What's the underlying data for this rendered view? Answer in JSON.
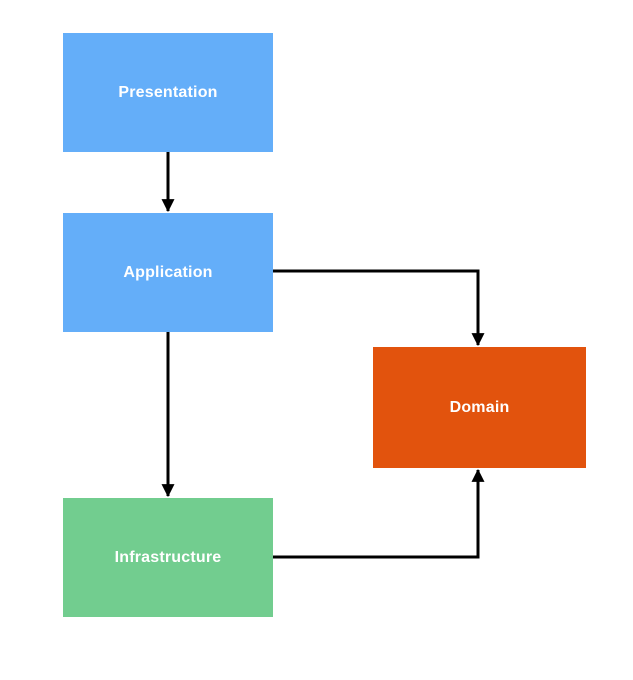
{
  "diagram": {
    "kind": "layered-architecture-flowchart",
    "background_color": "#ffffff",
    "connector_color": "#000000",
    "nodes": [
      {
        "id": "presentation",
        "label": "Presentation",
        "fill": "#64aef9",
        "text_color": "#ffffff"
      },
      {
        "id": "application",
        "label": "Application",
        "fill": "#64aef9",
        "text_color": "#ffffff"
      },
      {
        "id": "domain",
        "label": "Domain",
        "fill": "#e2530d",
        "text_color": "#ffffff"
      },
      {
        "id": "infrastructure",
        "label": "Infrastructure",
        "fill": "#72cd8f",
        "text_color": "#ffffff"
      }
    ],
    "edges": [
      {
        "from": "presentation",
        "to": "application",
        "style": "straight-down-arrow"
      },
      {
        "from": "application",
        "to": "domain",
        "style": "right-angle-arrow"
      },
      {
        "from": "application",
        "to": "infrastructure",
        "style": "straight-down-arrow"
      },
      {
        "from": "infrastructure",
        "to": "domain",
        "style": "right-angle-arrow"
      }
    ]
  }
}
